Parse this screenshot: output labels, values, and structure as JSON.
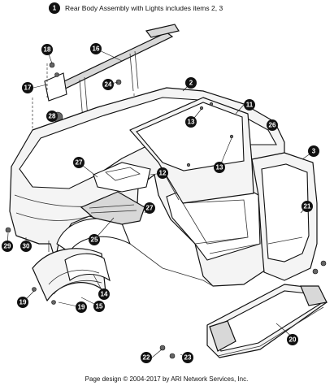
{
  "note": {
    "callout": "1",
    "text": "Rear Body Assembly with Lights includes items 2, 3"
  },
  "callouts": [
    {
      "id": "c2",
      "label": "2"
    },
    {
      "id": "c3",
      "label": "3"
    },
    {
      "id": "c11",
      "label": "11"
    },
    {
      "id": "c12",
      "label": "12"
    },
    {
      "id": "c13a",
      "label": "13"
    },
    {
      "id": "c13b",
      "label": "13"
    },
    {
      "id": "c14",
      "label": "14"
    },
    {
      "id": "c15",
      "label": "15"
    },
    {
      "id": "c16",
      "label": "16"
    },
    {
      "id": "c17",
      "label": "17"
    },
    {
      "id": "c18",
      "label": "18"
    },
    {
      "id": "c19a",
      "label": "19"
    },
    {
      "id": "c19b",
      "label": "19"
    },
    {
      "id": "c20",
      "label": "20"
    },
    {
      "id": "c21",
      "label": "21"
    },
    {
      "id": "c22",
      "label": "22"
    },
    {
      "id": "c23",
      "label": "23"
    },
    {
      "id": "c24",
      "label": "24"
    },
    {
      "id": "c25",
      "label": "25"
    },
    {
      "id": "c26",
      "label": "26"
    },
    {
      "id": "c27a",
      "label": "27"
    },
    {
      "id": "c27b",
      "label": "27"
    },
    {
      "id": "c28",
      "label": "28"
    },
    {
      "id": "c29",
      "label": "29"
    },
    {
      "id": "c30",
      "label": "30"
    }
  ],
  "footer": "Page design © 2004-2017 by ARI Network Services, Inc."
}
